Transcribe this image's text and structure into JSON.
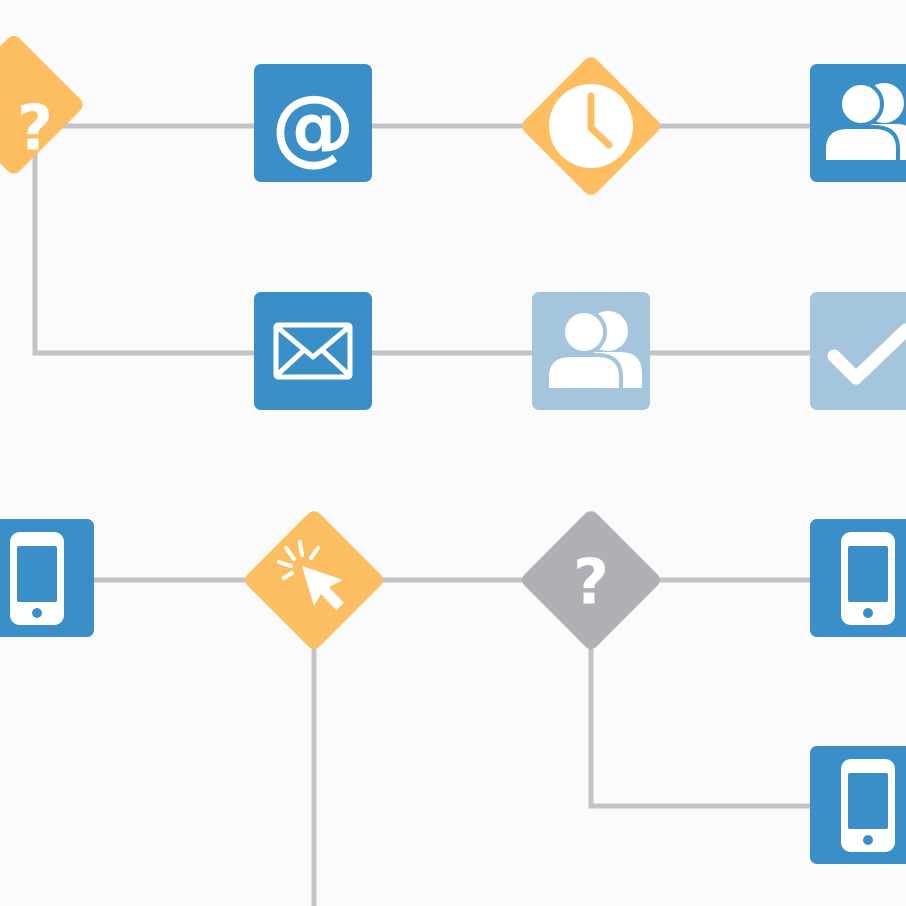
{
  "colors": {
    "background": "#fcfbfc",
    "connector": "#c3c2c6",
    "blue": "#3b8fc8",
    "light_blue": "#a5c5dd",
    "orange": "#fcbe61",
    "gray": "#b0afb3",
    "white": "#ffffff"
  },
  "nodes": {
    "decision_top": {
      "glyph": "?",
      "icon": "question-icon",
      "shape": "diamond",
      "color": "orange"
    },
    "at_box": {
      "glyph": "@",
      "icon": "at-sign-icon",
      "shape": "square",
      "color": "blue"
    },
    "wait_diamond": {
      "icon": "clock-icon",
      "shape": "diamond",
      "color": "orange"
    },
    "users_box_top": {
      "icon": "users-icon",
      "shape": "square",
      "color": "blue"
    },
    "mail_box": {
      "icon": "envelope-icon",
      "shape": "square",
      "color": "blue"
    },
    "users_box_faded": {
      "icon": "users-icon",
      "shape": "square",
      "color": "light_blue"
    },
    "check_box_faded": {
      "icon": "checkmark-icon",
      "shape": "square",
      "color": "light_blue"
    },
    "phone_box_left": {
      "icon": "mobile-phone-icon",
      "shape": "square",
      "color": "blue"
    },
    "click_diamond": {
      "icon": "cursor-click-icon",
      "shape": "diamond",
      "color": "orange"
    },
    "decision_gray": {
      "glyph": "?",
      "icon": "question-icon",
      "shape": "diamond",
      "color": "gray"
    },
    "phone_box_right": {
      "icon": "mobile-phone-icon",
      "shape": "square",
      "color": "blue"
    },
    "phone_box_bottom": {
      "icon": "mobile-phone-icon",
      "shape": "square",
      "color": "blue"
    }
  }
}
